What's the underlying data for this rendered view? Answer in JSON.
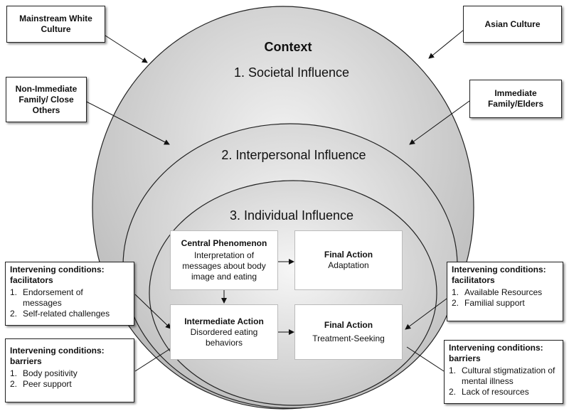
{
  "diagram": {
    "context_title": "Context",
    "rings": {
      "societal": "1.   Societal Influence",
      "interpersonal": "2. Interpersonal Influence",
      "individual": "3. Individual Influence"
    },
    "outer_boxes": {
      "mainstream_white_culture": "Mainstream White Culture",
      "asian_culture": "Asian Culture",
      "non_immediate_family": "Non-Immediate Family/ Close Others",
      "immediate_family": "Immediate Family/Elders"
    },
    "central_phenomenon": {
      "title": "Central Phenomenon",
      "body": "Interpretation of messages about body image and eating"
    },
    "final_action_adaptation": {
      "title": "Final Action",
      "body": "Adaptation"
    },
    "intermediate_action": {
      "title": "Intermediate Action",
      "body": "Disordered eating behaviors"
    },
    "final_action_treatment": {
      "title": "Final Action",
      "body": "Treatment-Seeking"
    },
    "left_facilitators": {
      "heading": "Intervening conditions: facilitators",
      "items": [
        {
          "num": "1.",
          "text": "Endorsement of messages"
        },
        {
          "num": "2.",
          "text": "Self-related challenges"
        }
      ]
    },
    "left_barriers": {
      "heading": "Intervening conditions: barriers",
      "items": [
        {
          "num": "1.",
          "text": "Body positivity"
        },
        {
          "num": "2.",
          "text": "Peer support"
        }
      ]
    },
    "right_facilitators": {
      "heading": "Intervening conditions: facilitators",
      "items": [
        {
          "num": "1.",
          "text": "Available Resources"
        },
        {
          "num": "2.",
          "text": "Familial support"
        }
      ]
    },
    "right_barriers": {
      "heading": "Intervening conditions: barriers",
      "items": [
        {
          "num": "1.",
          "text": "Cultural stigmatization of mental illness"
        },
        {
          "num": "2.",
          "text": "Lack of resources"
        }
      ]
    }
  }
}
